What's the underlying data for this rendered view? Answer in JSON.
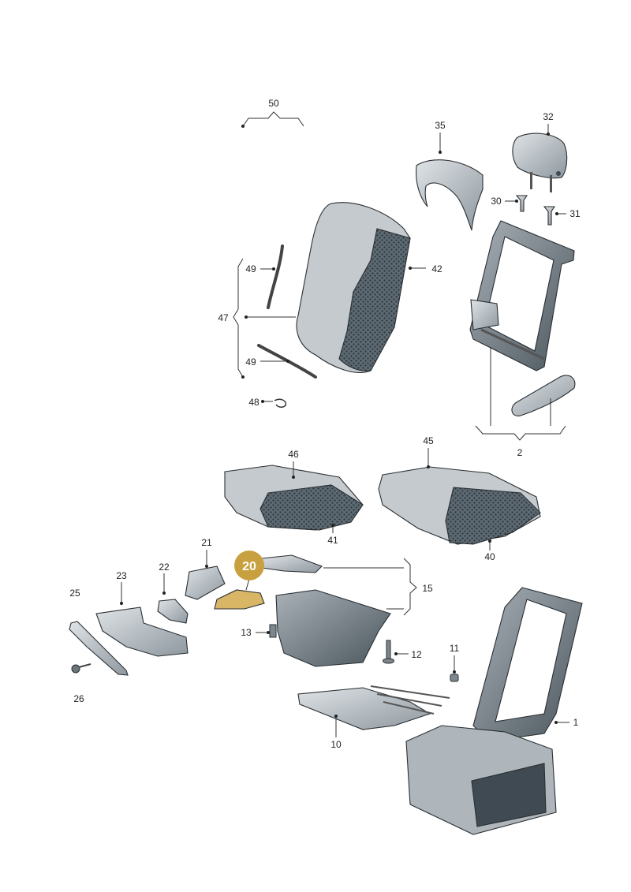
{
  "colors": {
    "part_fill": "#aeb6bb",
    "part_light": "#d3d8db",
    "part_dark": "#3f4a52",
    "foam_dots": "#2b343b",
    "highlight": "#c8a040",
    "highlight_part": "#d9b566"
  },
  "highlight": {
    "label": "20"
  },
  "callouts": [
    {
      "id": "50",
      "label": "50"
    },
    {
      "id": "35",
      "label": "35"
    },
    {
      "id": "32",
      "label": "32"
    },
    {
      "id": "30",
      "label": "30"
    },
    {
      "id": "31",
      "label": "31"
    },
    {
      "id": "49a",
      "label": "49"
    },
    {
      "id": "42",
      "label": "42"
    },
    {
      "id": "47",
      "label": "47"
    },
    {
      "id": "49b",
      "label": "49"
    },
    {
      "id": "48",
      "label": "48"
    },
    {
      "id": "2",
      "label": "2"
    },
    {
      "id": "46",
      "label": "46"
    },
    {
      "id": "45",
      "label": "45"
    },
    {
      "id": "41",
      "label": "41"
    },
    {
      "id": "40",
      "label": "40"
    },
    {
      "id": "21",
      "label": "21"
    },
    {
      "id": "22",
      "label": "22"
    },
    {
      "id": "23",
      "label": "23"
    },
    {
      "id": "25",
      "label": "25"
    },
    {
      "id": "15",
      "label": "15"
    },
    {
      "id": "13",
      "label": "13"
    },
    {
      "id": "12",
      "label": "12"
    },
    {
      "id": "11",
      "label": "11"
    },
    {
      "id": "26",
      "label": "26"
    },
    {
      "id": "1",
      "label": "1"
    },
    {
      "id": "10",
      "label": "10"
    }
  ]
}
